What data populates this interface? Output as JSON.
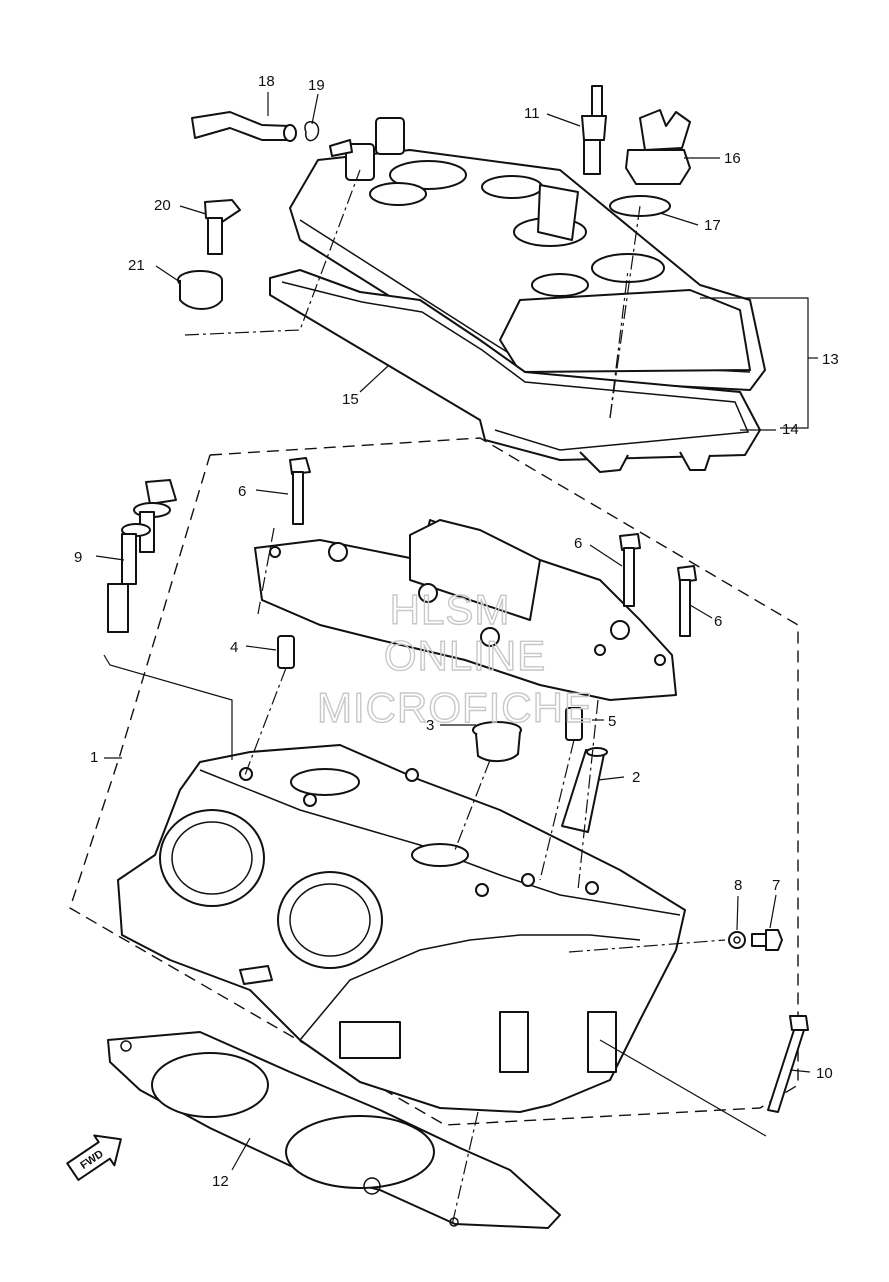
{
  "callouts": [
    {
      "id": "1",
      "text": "1"
    },
    {
      "id": "2",
      "text": "2"
    },
    {
      "id": "3",
      "text": "3"
    },
    {
      "id": "4",
      "text": "4"
    },
    {
      "id": "5",
      "text": "5"
    },
    {
      "id": "6a",
      "text": "6"
    },
    {
      "id": "6b",
      "text": "6"
    },
    {
      "id": "6c",
      "text": "6"
    },
    {
      "id": "7",
      "text": "7"
    },
    {
      "id": "8",
      "text": "8"
    },
    {
      "id": "9",
      "text": "9"
    },
    {
      "id": "10",
      "text": "10"
    },
    {
      "id": "11",
      "text": "11"
    },
    {
      "id": "12",
      "text": "12"
    },
    {
      "id": "13",
      "text": "13"
    },
    {
      "id": "14",
      "text": "14"
    },
    {
      "id": "15",
      "text": "15"
    },
    {
      "id": "16",
      "text": "16"
    },
    {
      "id": "17",
      "text": "17"
    },
    {
      "id": "18",
      "text": "18"
    },
    {
      "id": "19",
      "text": "19"
    },
    {
      "id": "20",
      "text": "20"
    },
    {
      "id": "21",
      "text": "21"
    }
  ],
  "watermark": {
    "line1": "HLSM",
    "line2": "ONLINE",
    "line3": "MICROFICHE"
  },
  "direction_arrow": {
    "label": "FWD",
    "icon": "fwd-arrow-icon"
  },
  "colors": {
    "line": "#111111",
    "watermark": "#c8c8c8",
    "background": "#ffffff"
  }
}
